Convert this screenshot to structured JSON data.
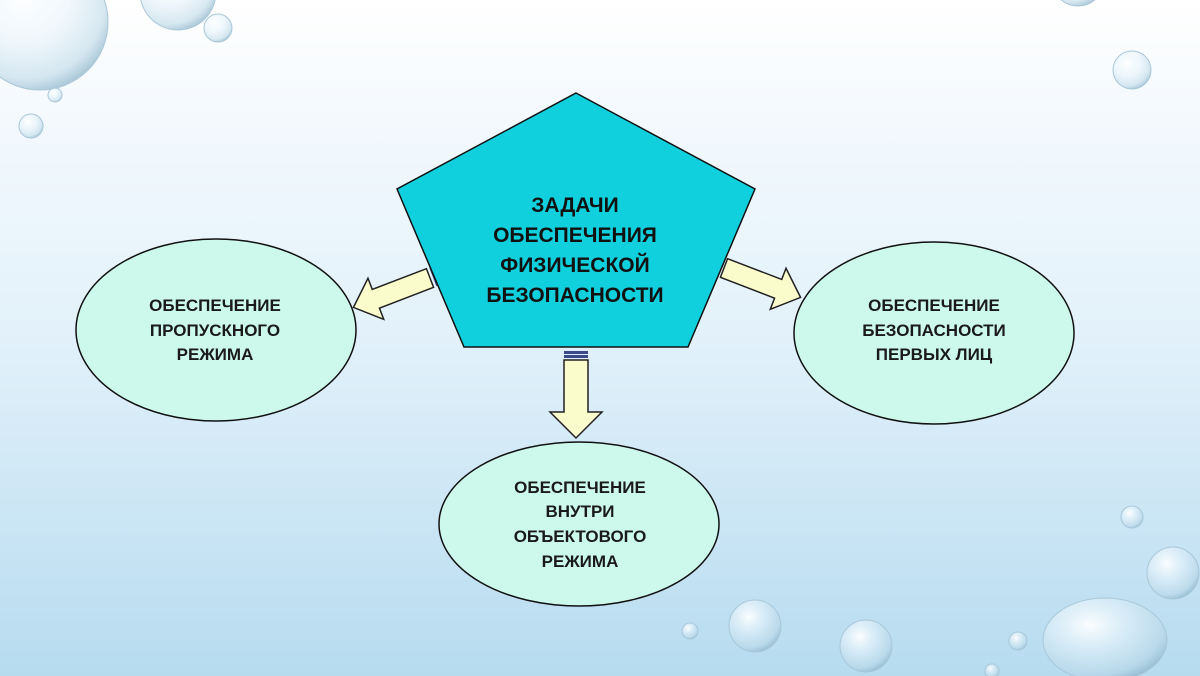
{
  "colors": {
    "pentagon_fill": "#10d0de",
    "ellipse_fill": "#cdf9ec",
    "arrow_fill": "#fbfccc",
    "outline": "#111111",
    "bubble_stroke": "#aac8d8"
  },
  "center": {
    "lines": [
      "Задачи",
      "обеспечения",
      "физической",
      "безопасности"
    ]
  },
  "nodes": {
    "left": {
      "lines": [
        "Обеспечение",
        "пропускного",
        "режима"
      ]
    },
    "right": {
      "lines": [
        "Обеспечение",
        "безопасности",
        "первых лиц"
      ]
    },
    "bottom": {
      "lines": [
        "Обеспечение",
        "внутри",
        "объектового",
        "режима"
      ]
    }
  }
}
